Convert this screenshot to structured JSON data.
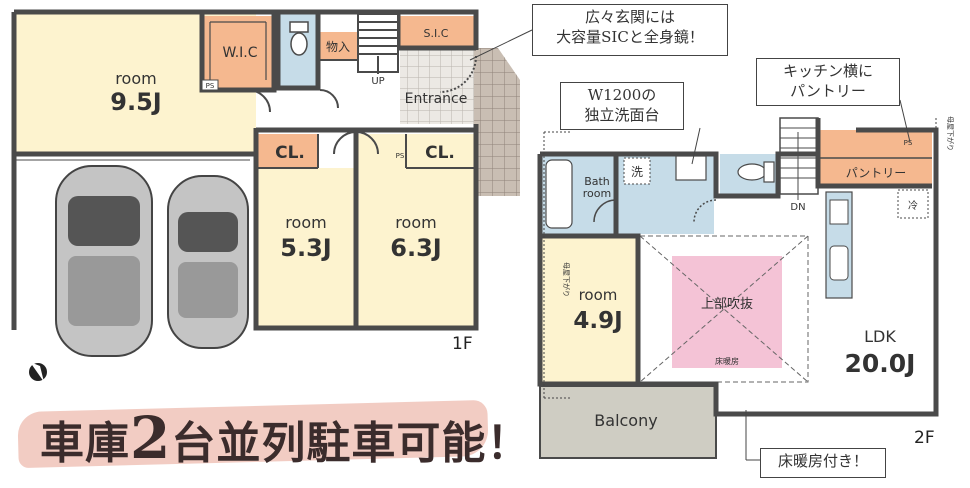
{
  "floor1": {
    "label": "1F",
    "rooms": {
      "room1_name": "room",
      "room1_size": "9.5J",
      "room2_name": "room",
      "room2_size": "5.3J",
      "room3_name": "room",
      "room3_size": "6.3J",
      "wic": "W.I.C",
      "cl1": "CL.",
      "cl2": "CL.",
      "storage": "物入",
      "sic": "S.I.C",
      "entrance": "Entrance",
      "up": "UP",
      "ps": "PS"
    },
    "callout_entrance": [
      "広々玄関には",
      "大容量SICと全身鏡！"
    ]
  },
  "floor2": {
    "label": "2F",
    "rooms": {
      "bath": [
        "Bath",
        "room"
      ],
      "wash": "洗",
      "room4_name": "room",
      "room4_size": "4.9J",
      "void": "上部吹抜",
      "floor_heating_small": "床暖房",
      "ldk_name": "LDK",
      "ldk_size": "20.0J",
      "pantry": "パントリー",
      "dn": "DN",
      "balcony": "Balcony",
      "fridge": "冷",
      "ceiling_note": "母屋下がり",
      "ps": "PS"
    },
    "callout_washstand": [
      "W1200の",
      "独立洗面台"
    ],
    "callout_pantry": [
      "キッチン横に",
      "パントリー"
    ],
    "callout_heating": "床暖房付き！"
  },
  "banner": {
    "before": "車庫",
    "number": "2",
    "after": "台並列駐車可能！"
  },
  "colors": {
    "room": "#fdf3cf",
    "closet": "#f5b88f",
    "wet": "#c6dce8",
    "void": "#f4c3d6",
    "balcony": "#cfcdc3",
    "wall": "#4a4a4a",
    "tile": "#c5b9ad"
  }
}
